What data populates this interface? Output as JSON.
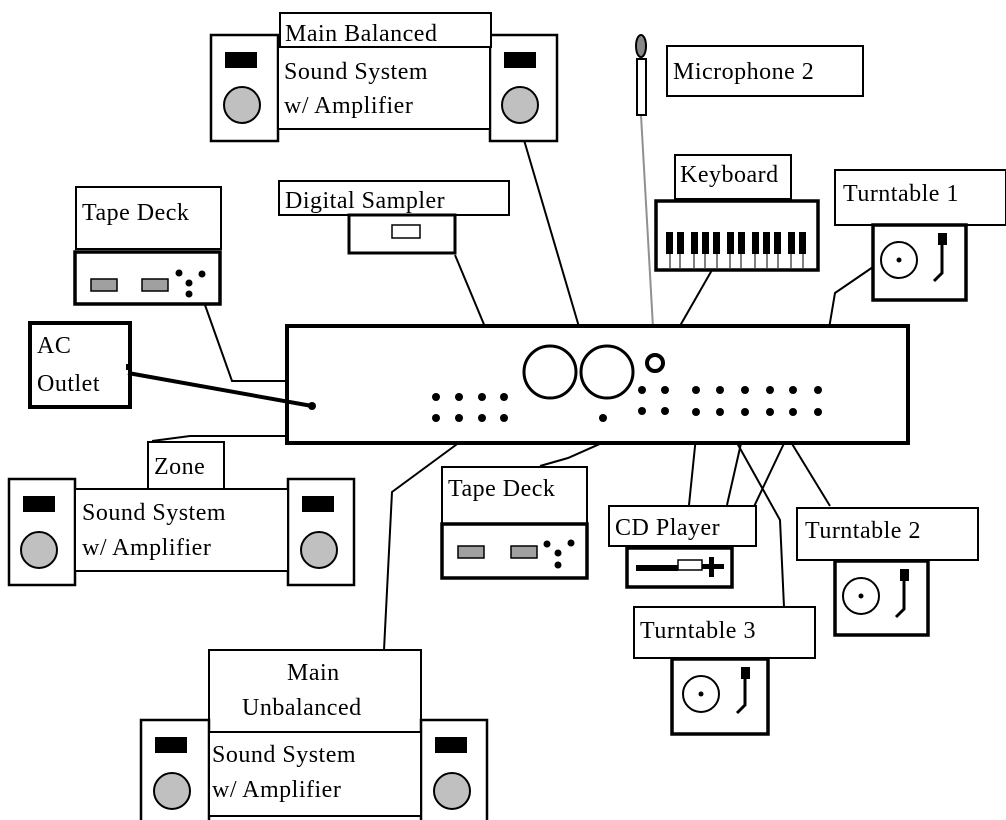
{
  "colors": {
    "stroke": "#000000",
    "fill": "#ffffff",
    "knob": "#c0c0c0",
    "mic_cable": "#909090"
  },
  "labels": {
    "main_balanced_1": "Main Balanced",
    "main_balanced_2": "Sound System",
    "main_balanced_3": "w/ Amplifier",
    "microphone_2": "Microphone 2",
    "keyboard": "Keyboard",
    "turntable_1": "Turntable 1",
    "digital_sampler": "Digital Sampler",
    "tape_deck_left": "Tape Deck",
    "ac_outlet_1": "AC",
    "ac_outlet_2": "Outlet",
    "zone": "Zone",
    "zone_system_1": "Sound System",
    "zone_system_2": "w/ Amplifier",
    "tape_deck_center": "Tape Deck",
    "cd_player": "CD Player",
    "turntable_2": "Turntable 2",
    "turntable_3": "Turntable 3",
    "main_unbalanced_1": "Main",
    "main_unbalanced_2": "Unbalanced",
    "main_unbalanced_3": "Sound System",
    "main_unbalanced_4": "w/ Amplifier"
  }
}
